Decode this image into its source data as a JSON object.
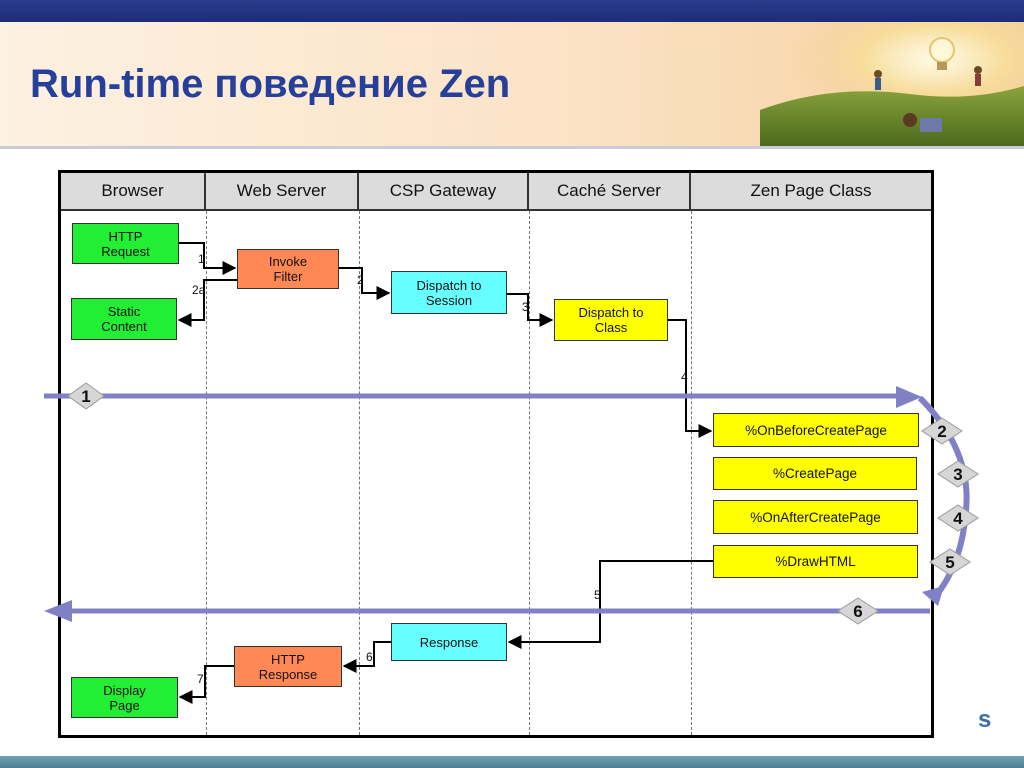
{
  "slide": {
    "title": "Run-time поведение Zen",
    "logo_letter": "s"
  },
  "lanes": [
    "Browser",
    "Web Server",
    "CSP Gateway",
    "Caché Server",
    "Zen Page Class"
  ],
  "boxes": {
    "http_request": "HTTP\nRequest",
    "invoke_filter": "Invoke\nFilter",
    "static_content": "Static\nContent",
    "dispatch_session": "Dispatch to\nSession",
    "dispatch_class": "Dispatch to\nClass",
    "on_before": "%OnBeforeCreatePage",
    "create_page": "%CreatePage",
    "on_after": "%OnAfterCreatePage",
    "draw_html": "%DrawHTML",
    "response": "Response",
    "http_response": "HTTP\nResponse",
    "display_page": "Display\nPage"
  },
  "steps": {
    "s1": "1",
    "s2a": "2a",
    "s2": "2",
    "s3": "3",
    "s4": "4",
    "s5": "5",
    "s6": "6",
    "s7": "7"
  },
  "phases": [
    "1",
    "2",
    "3",
    "4",
    "5",
    "6"
  ],
  "colors": {
    "flow": "#7f80c6",
    "browser_box": "#22ee33",
    "server_box": "#ff8855",
    "gateway_box": "#66ffff",
    "class_box": "#ffff00",
    "title": "#253f9a"
  }
}
